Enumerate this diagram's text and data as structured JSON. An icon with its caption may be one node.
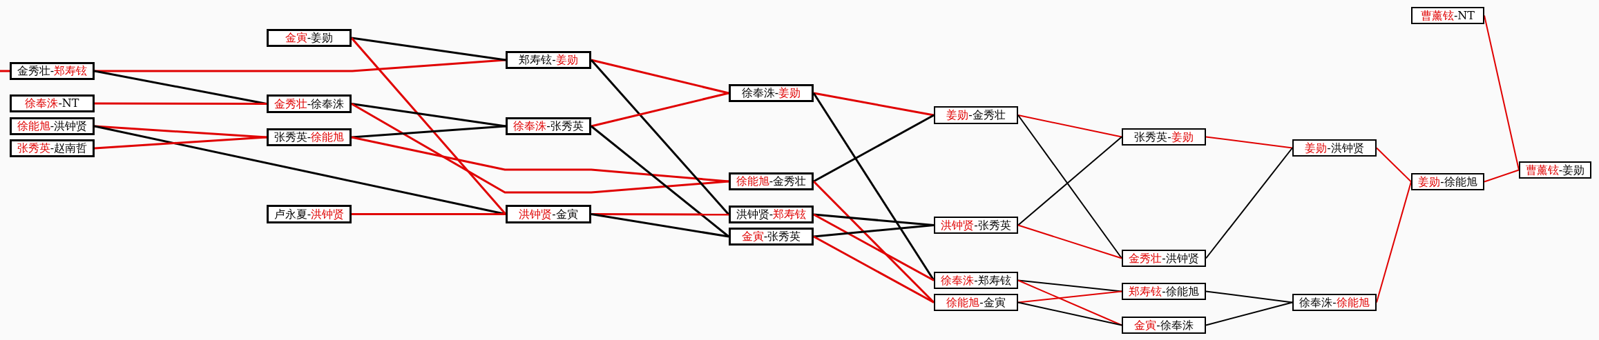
{
  "diagram": {
    "nodes": [
      {
        "text": [
          "金秀壮-郑寿铉"
        ]
      },
      {
        "text": [
          "徐奉洙-NT"
        ]
      },
      {
        "text": [
          "徐能旭-洪钟贤"
        ]
      },
      {
        "text": [
          "张秀英-赵南哲"
        ]
      },
      {
        "text": [
          "金寅-姜勋"
        ]
      },
      {
        "text": [
          "金秀壮-徐奉洙"
        ]
      },
      {
        "text": [
          "张秀英-徐能旭"
        ]
      },
      {
        "text": [
          "卢永夏-洪钟贤"
        ]
      },
      {
        "text": [
          "郑寿铉-姜勋"
        ]
      },
      {
        "text": [
          "徐奉洙-张秀英"
        ]
      },
      {
        "text": [
          "洪钟贤-金寅"
        ]
      },
      {
        "text": [
          "徐奉洙-姜勋"
        ]
      },
      {
        "text": [
          "徐能旭-金秀壮"
        ]
      },
      {
        "text": [
          "洪钟贤-郑寿铉"
        ]
      },
      {
        "text": [
          "金寅-张秀英"
        ]
      },
      {
        "text": [
          "姜勋-金秀壮"
        ]
      },
      {
        "text": [
          "洪钟贤-张秀英"
        ]
      },
      {
        "text": [
          "徐奉洙-郑寿铉"
        ]
      },
      {
        "text": [
          "徐能旭-金寅"
        ]
      },
      {
        "text": [
          "张秀英-姜勋"
        ]
      },
      {
        "text": [
          "金秀壮-洪钟贤"
        ]
      },
      {
        "text": [
          "郑寿铉-徐能旭"
        ]
      },
      {
        "text": [
          "金寅-徐奉洙"
        ]
      },
      {
        "text": [
          "姜勋-洪钟贤"
        ]
      },
      {
        "text": [
          "徐奉洙-徐能旭"
        ]
      },
      {
        "text": [
          "曹薰铉-NT"
        ]
      },
      {
        "text": [
          "姜勋-徐能旭"
        ]
      },
      {
        "text": [
          "曹薰铉-姜勋"
        ]
      }
    ],
    "edges": [
      {
        "from": null,
        "to": 0,
        "arrow": "none"
      },
      {
        "from": 0,
        "to": 8,
        "arrow": "none"
      },
      {
        "from": 0,
        "to": 5,
        "arrow": "none",
        "color": "#000000"
      },
      {
        "from": 1,
        "to": 5,
        "arrow": "none"
      },
      {
        "from": 2,
        "to": 6,
        "arrow": "none"
      },
      {
        "from": 2,
        "to": 10,
        "arrow": "none",
        "color": "#000000"
      },
      {
        "from": 3,
        "to": 6,
        "arrow": "none"
      },
      {
        "from": 4,
        "to": 8,
        "arrow": "none",
        "color": "#000000"
      },
      {
        "from": 4,
        "to": 10,
        "arrow": "none"
      },
      {
        "from": 5,
        "to": 9,
        "arrow": "none",
        "color": "#000000"
      },
      {
        "from": 5,
        "to": 12,
        "arrow": "none"
      },
      {
        "from": 6,
        "to": 9,
        "arrow": "none",
        "color": "#000000"
      },
      {
        "from": 6,
        "to": 12,
        "arrow": "none"
      },
      {
        "from": 7,
        "to": 10,
        "arrow": "none"
      },
      {
        "from": 8,
        "to": 11,
        "arrow": "none"
      },
      {
        "from": 8,
        "to": 13,
        "arrow": "none",
        "color": "#000000"
      },
      {
        "from": 9,
        "to": 11,
        "arrow": "none"
      },
      {
        "from": 9,
        "to": 14,
        "arrow": "none",
        "color": "#000000"
      },
      {
        "from": 10,
        "to": 13,
        "arrow": "none"
      },
      {
        "from": 10,
        "to": 14,
        "arrow": "none",
        "color": "#000000"
      },
      {
        "from": 11,
        "to": 15,
        "arrow": "none"
      },
      {
        "from": 11,
        "to": 17,
        "arrow": "none",
        "color": "#000000"
      },
      {
        "from": 12,
        "to": 15,
        "arrow": "none",
        "color": "#000000"
      },
      {
        "from": 12,
        "to": 18,
        "arrow": "none"
      },
      {
        "from": 13,
        "to": 16,
        "arrow": "none",
        "color": "#000000"
      },
      {
        "from": 13,
        "to": 17,
        "arrow": "none"
      },
      {
        "from": 14,
        "to": 16,
        "arrow": "none",
        "color": "#000000"
      },
      {
        "from": 14,
        "to": 18,
        "arrow": "none"
      },
      {
        "from": 15,
        "to": 19,
        "arrow": "none"
      },
      {
        "from": 15,
        "to": 20,
        "arrow": "none",
        "color": "#000000"
      },
      {
        "from": 16,
        "to": 19,
        "arrow": "none",
        "color": "#000000"
      },
      {
        "from": 16,
        "to": 20,
        "arrow": "none"
      },
      {
        "from": 17,
        "to": 21,
        "arrow": "none",
        "color": "#000000"
      },
      {
        "from": 17,
        "to": 22,
        "arrow": "none"
      },
      {
        "from": 18,
        "to": 21,
        "arrow": "none"
      },
      {
        "from": 18,
        "to": 22,
        "arrow": "none",
        "color": "#000000"
      },
      {
        "from": 19,
        "to": 23,
        "arrow": "none"
      },
      {
        "from": 20,
        "to": 23,
        "arrow": "none",
        "color": "#000000"
      },
      {
        "from": 21,
        "to": 24,
        "arrow": "none",
        "color": "#000000"
      },
      {
        "from": 22,
        "to": 24,
        "arrow": "none",
        "color": "#000000"
      },
      {
        "from": 23,
        "to": 26,
        "arrow": "none"
      },
      {
        "from": 24,
        "to": 26,
        "arrow": "none"
      },
      {
        "from": 25,
        "to": 27,
        "arrow": "none"
      },
      {
        "from": 26,
        "to": 27,
        "arrow": "none"
      }
    ]
  }
}
